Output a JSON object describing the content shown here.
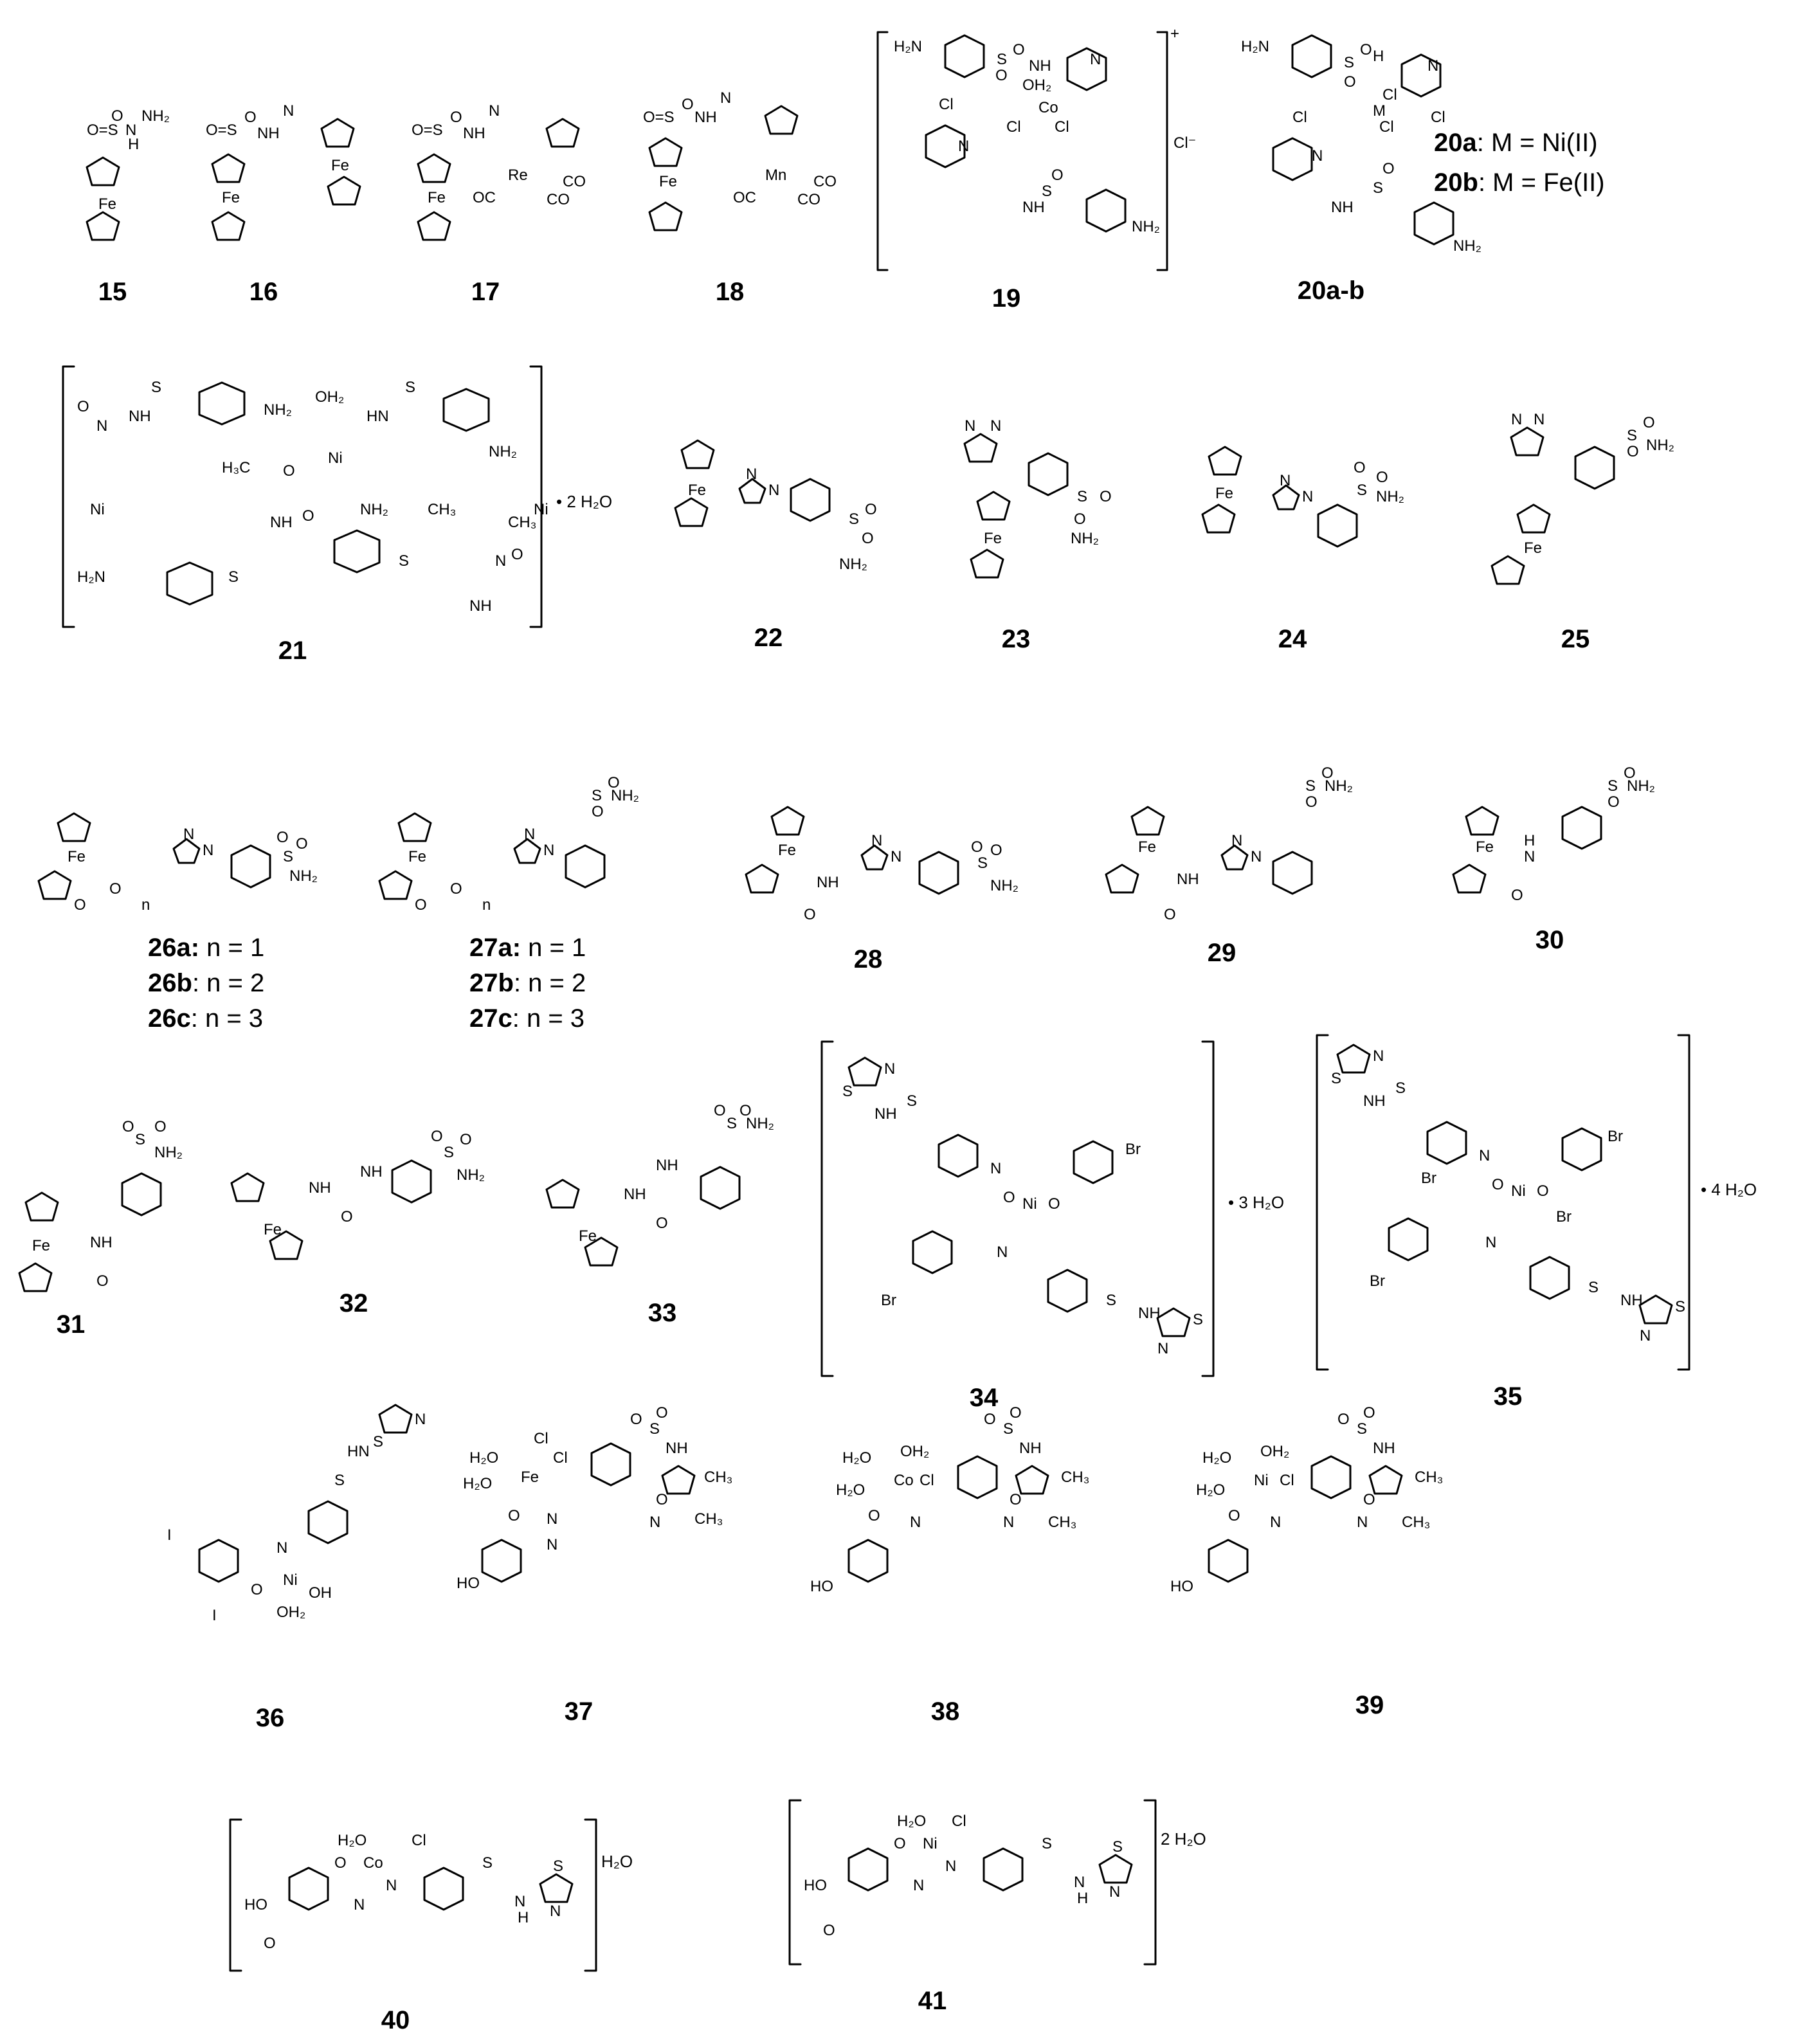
{
  "compounds": [
    {
      "id": "15",
      "metals": [
        "Fe"
      ],
      "atoms": [
        "O",
        "S",
        "N",
        "NH2",
        "H"
      ]
    },
    {
      "id": "16",
      "metals": [
        "Fe",
        "Fe"
      ],
      "atoms": [
        "O",
        "S",
        "NH",
        "N"
      ]
    },
    {
      "id": "17",
      "metals": [
        "Fe",
        "Re"
      ],
      "atoms": [
        "O",
        "S",
        "NH",
        "N",
        "OC",
        "CO",
        "CO"
      ]
    },
    {
      "id": "18",
      "metals": [
        "Fe",
        "Mn"
      ],
      "atoms": [
        "O",
        "S",
        "NH",
        "N",
        "OC",
        "CO",
        "CO"
      ]
    },
    {
      "id": "19",
      "metals": [
        "Co"
      ],
      "atoms": [
        "H2N",
        "S",
        "O",
        "NH",
        "N",
        "N",
        "Cl",
        "Cl",
        "OH2",
        "Cl",
        "O",
        "NH2"
      ],
      "charge": "+",
      "counterion": "Cl−"
    },
    {
      "id": "20a-b",
      "metals": [
        "M"
      ],
      "atoms": [
        "H2N",
        "S",
        "O",
        "H",
        "N",
        "N",
        "Cl",
        "Cl",
        "Cl",
        "Cl",
        "O",
        "NH2"
      ]
    },
    {
      "id": "21",
      "metals": [
        "Ni",
        "Ni",
        "Ni"
      ],
      "atoms": [
        "O",
        "N",
        "NH",
        "S",
        "NH2",
        "OH2",
        "H2O",
        "CH3",
        "H3C",
        "H2N"
      ],
      "solvate": "• 2 H2O"
    },
    {
      "id": "22",
      "metals": [
        "Fe"
      ],
      "atoms": [
        "N",
        "N",
        "N",
        "S",
        "O",
        "NH2"
      ]
    },
    {
      "id": "23",
      "metals": [
        "Fe"
      ],
      "atoms": [
        "N",
        "N",
        "N",
        "S",
        "O",
        "NH2"
      ]
    },
    {
      "id": "24",
      "metals": [
        "Fe"
      ],
      "atoms": [
        "N",
        "N",
        "N",
        "S",
        "O",
        "NH2"
      ]
    },
    {
      "id": "25",
      "metals": [
        "Fe"
      ],
      "atoms": [
        "N",
        "N",
        "N",
        "S",
        "O",
        "NH2"
      ]
    },
    {
      "id": "26a-c",
      "metals": [
        "Fe"
      ],
      "atoms": [
        "O",
        "N",
        "S",
        "NH2",
        "n"
      ]
    },
    {
      "id": "27a-c",
      "metals": [
        "Fe"
      ],
      "atoms": [
        "O",
        "N",
        "S",
        "NH2",
        "n"
      ]
    },
    {
      "id": "28",
      "metals": [
        "Fe"
      ],
      "atoms": [
        "NH",
        "O",
        "N",
        "S",
        "NH2"
      ]
    },
    {
      "id": "29",
      "metals": [
        "Fe"
      ],
      "atoms": [
        "NH",
        "O",
        "N",
        "S",
        "NH2"
      ]
    },
    {
      "id": "30",
      "metals": [
        "Fe"
      ],
      "atoms": [
        "H",
        "N",
        "O",
        "S",
        "NH2"
      ]
    },
    {
      "id": "31",
      "metals": [
        "Fe"
      ],
      "atoms": [
        "NH",
        "O",
        "S",
        "NH2"
      ]
    },
    {
      "id": "32",
      "metals": [
        "Fe"
      ],
      "atoms": [
        "NH",
        "O",
        "S",
        "NH2"
      ]
    },
    {
      "id": "33",
      "metals": [
        "Fe"
      ],
      "atoms": [
        "NH",
        "O",
        "S",
        "NH2"
      ]
    },
    {
      "id": "34",
      "metals": [
        "Ni"
      ],
      "atoms": [
        "S",
        "N",
        "NH",
        "O",
        "Br",
        "Br"
      ],
      "solvate": "• 3 H2O"
    },
    {
      "id": "35",
      "metals": [
        "Ni"
      ],
      "atoms": [
        "S",
        "N",
        "NH",
        "O",
        "Br",
        "Br",
        "Br",
        "Br"
      ],
      "solvate": "• 4 H2O"
    },
    {
      "id": "36",
      "metals": [
        "Ni"
      ],
      "atoms": [
        "S",
        "N",
        "HN",
        "O",
        "I",
        "I",
        "OH",
        "OH2"
      ]
    },
    {
      "id": "37",
      "metals": [
        "Fe"
      ],
      "atoms": [
        "H2O",
        "H2O",
        "Cl",
        "Cl",
        "O",
        "N",
        "N",
        "S",
        "NH",
        "CH3",
        "CH3",
        "HO"
      ]
    },
    {
      "id": "38",
      "metals": [
        "Co"
      ],
      "atoms": [
        "H2O",
        "OH2",
        "H2O",
        "Cl",
        "O",
        "N",
        "S",
        "NH",
        "CH3",
        "CH3",
        "HO"
      ]
    },
    {
      "id": "39",
      "metals": [
        "Ni"
      ],
      "atoms": [
        "H2O",
        "OH2",
        "H2O",
        "Cl",
        "O",
        "N",
        "S",
        "NH",
        "CH3",
        "CH3",
        "HO"
      ]
    },
    {
      "id": "40",
      "metals": [
        "Co"
      ],
      "atoms": [
        "H2O",
        "Cl",
        "O",
        "N",
        "S",
        "H",
        "HO"
      ],
      "solvate": "H2O"
    },
    {
      "id": "41",
      "metals": [
        "Ni"
      ],
      "atoms": [
        "H2O",
        "Cl",
        "O",
        "N",
        "S",
        "H",
        "HO"
      ],
      "solvate": "2 H2O"
    }
  ],
  "labels": {
    "c15": "15",
    "c16": "16",
    "c17": "17",
    "c18": "18",
    "c19": "19",
    "c20": "20a-b",
    "c21": "21",
    "c22": "22",
    "c23": "23",
    "c24": "24",
    "c25": "25",
    "c28": "28",
    "c29": "29",
    "c30": "30",
    "c31": "31",
    "c32": "32",
    "c33": "33",
    "c34": "34",
    "c35": "35",
    "c36": "36",
    "c37": "37",
    "c38": "38",
    "c39": "39",
    "c40": "40",
    "c41": "41"
  },
  "captions": {
    "l20a_id": "20a",
    "l20a_txt": ": M = Ni(II)",
    "l20b_id": "20b",
    "l20b_txt": ": M = Fe(II)",
    "l26a_id": "26a:",
    "l26a_txt": " n = 1",
    "l26b_id": "26b",
    "l26b_txt": ": n = 2",
    "l26c_id": "26c",
    "l26c_txt": ": n = 3",
    "l27a_id": "27a:",
    "l27a_txt": " n = 1",
    "l27b_id": "27b",
    "l27b_txt": ": n = 2",
    "l27c_id": "27c",
    "l27c_txt": ": n = 3"
  },
  "solvates": {
    "s21": "• 2 H₂O",
    "s34": "• 3 H₂O",
    "s35": "• 4 H₂O",
    "s40": "H₂O",
    "s41": "2 H₂O"
  },
  "charges": {
    "c19_plus": "+",
    "c19_counter": "Cl⁻"
  }
}
